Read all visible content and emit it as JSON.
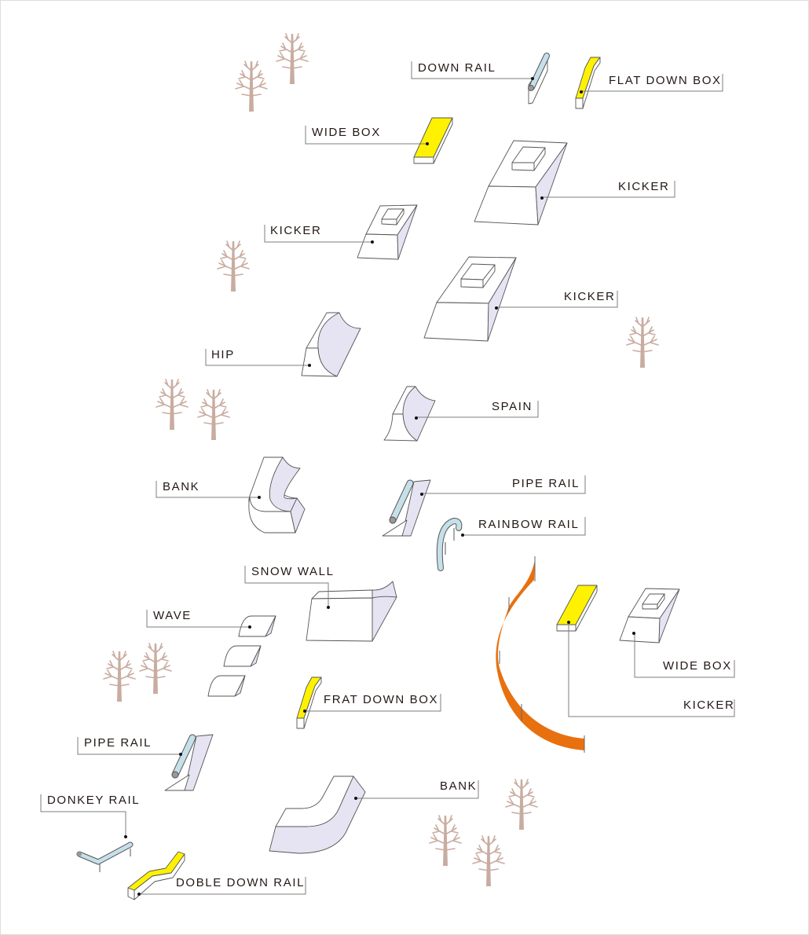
{
  "title": "Snow park feature map",
  "labels": {
    "down_rail": "DOWN RAIL",
    "flat_down_box": "FLAT DOWN BOX",
    "wide_box_top": "WIDE BOX",
    "kicker_1": "KICKER",
    "kicker_2": "KICKER",
    "kicker_3": "KICKER",
    "hip": "HIP",
    "spain": "SPAIN",
    "bank_1": "BANK",
    "pipe_rail_1": "PIPE RAIL",
    "rainbow_rail": "RAINBOW RAIL",
    "snow_wall": "SNOW WALL",
    "wave": "WAVE",
    "frat_down_box": "FRAT DOWN BOX",
    "wide_box_right": "WIDE BOX",
    "kicker_right": "KICKER",
    "pipe_rail_2": "PIPE RAIL",
    "bank_2": "BANK",
    "donkey_rail": "DONKEY RAIL",
    "doble_down_rail": "DOBLE DOWN RAIL"
  },
  "colors": {
    "box_top": "#fff200",
    "rail": "#c6e0ea",
    "side": "#e6e4f2",
    "tree": "#c9aca0",
    "course": "#e8700f"
  }
}
